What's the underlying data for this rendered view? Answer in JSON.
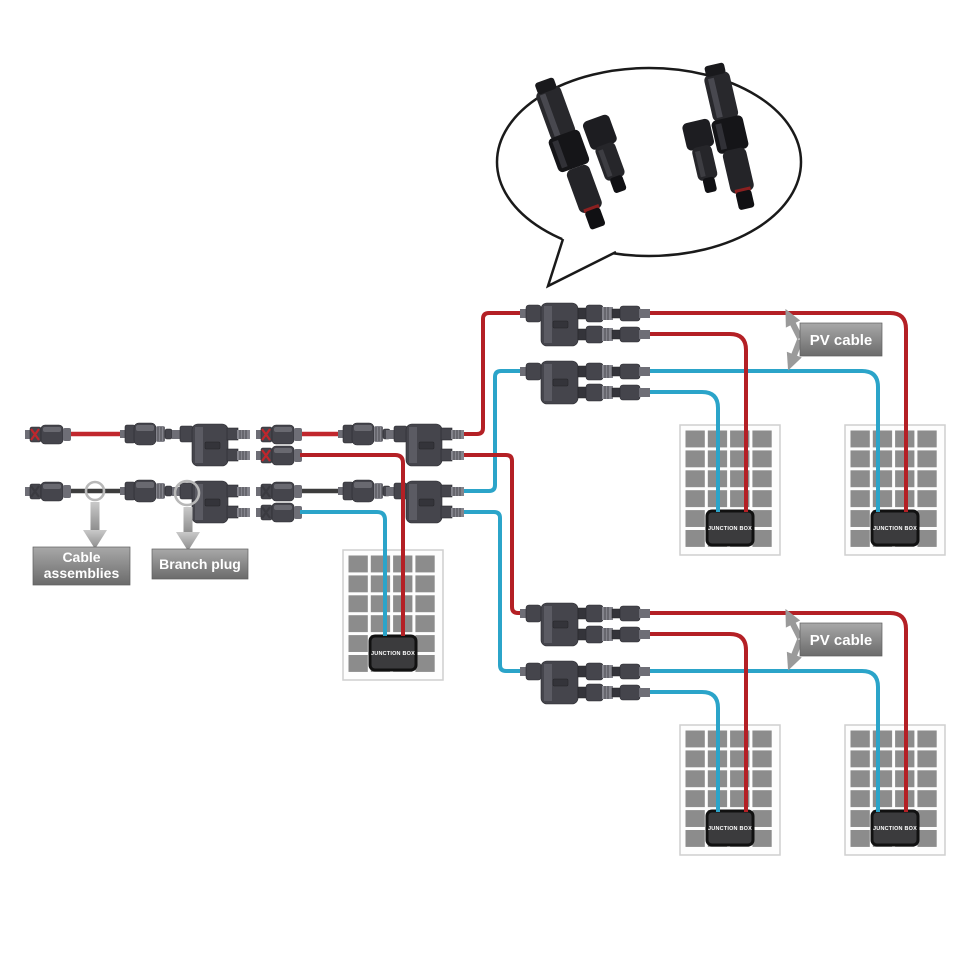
{
  "labels": {
    "cable_assemblies_line1": "Cable",
    "cable_assemblies_line2": "assemblies",
    "branch_plug": "Branch plug",
    "pv_cable_top": "PV cable",
    "pv_cable_bottom": "PV cable",
    "junction_box": "JUNCTION BOX"
  },
  "colors": {
    "wire_red": "#b42025",
    "wire_blue": "#2ba4c9",
    "cable_red": "#c1272d",
    "cable_black": "#3c3c3c",
    "panel_cell": "#8c8c8c",
    "junction_box": "#3b3b3d",
    "label_box_light": "#a8a8a8",
    "label_box_dark": "#6b6b6b",
    "label_text": "#ffffff",
    "arrow_gray": "#9a9a9a",
    "bubble_outline": "#1a1a1a"
  }
}
